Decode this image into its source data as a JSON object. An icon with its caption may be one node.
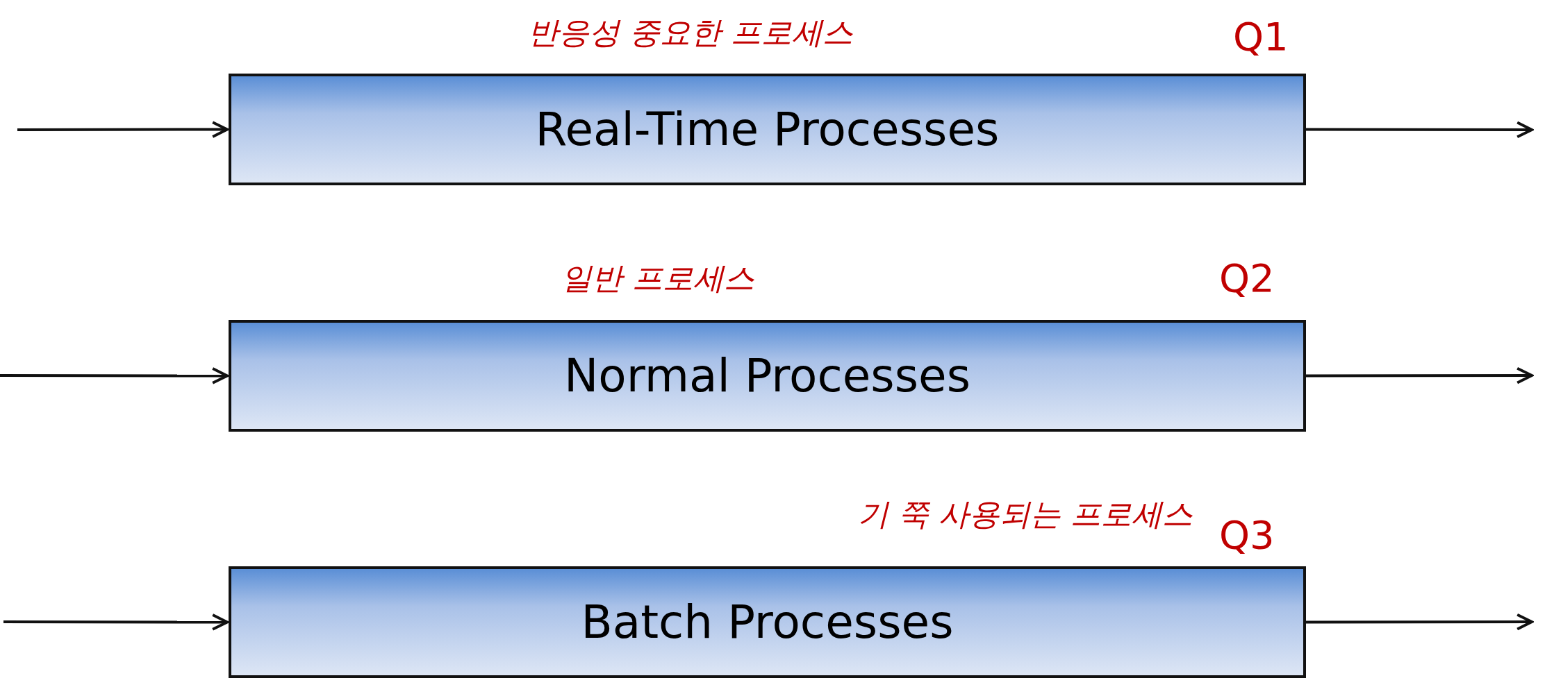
{
  "diagram": {
    "nodes": [
      {
        "text": [
          "Real-Time Processes"
        ],
        "beside": [
          "반응성 중요한 프로세스",
          "Q1"
        ]
      },
      {
        "text": [
          "Normal Processes"
        ],
        "beside": [
          "일반 프로세스",
          "Q2"
        ]
      },
      {
        "text": [
          "Batch Processes"
        ],
        "beside": [
          "기 쭉 사용되는 프로세스",
          "Q3"
        ]
      }
    ],
    "edges": [
      {
        "from": null,
        "to": 0,
        "arrow": "to"
      },
      {
        "from": 0,
        "to": null,
        "arrow": "to"
      },
      {
        "from": null,
        "to": 1,
        "arrow": "to"
      },
      {
        "from": 1,
        "to": null,
        "arrow": "to"
      },
      {
        "from": null,
        "to": 2,
        "arrow": "to"
      },
      {
        "from": 2,
        "to": null,
        "arrow": "to"
      }
    ]
  }
}
